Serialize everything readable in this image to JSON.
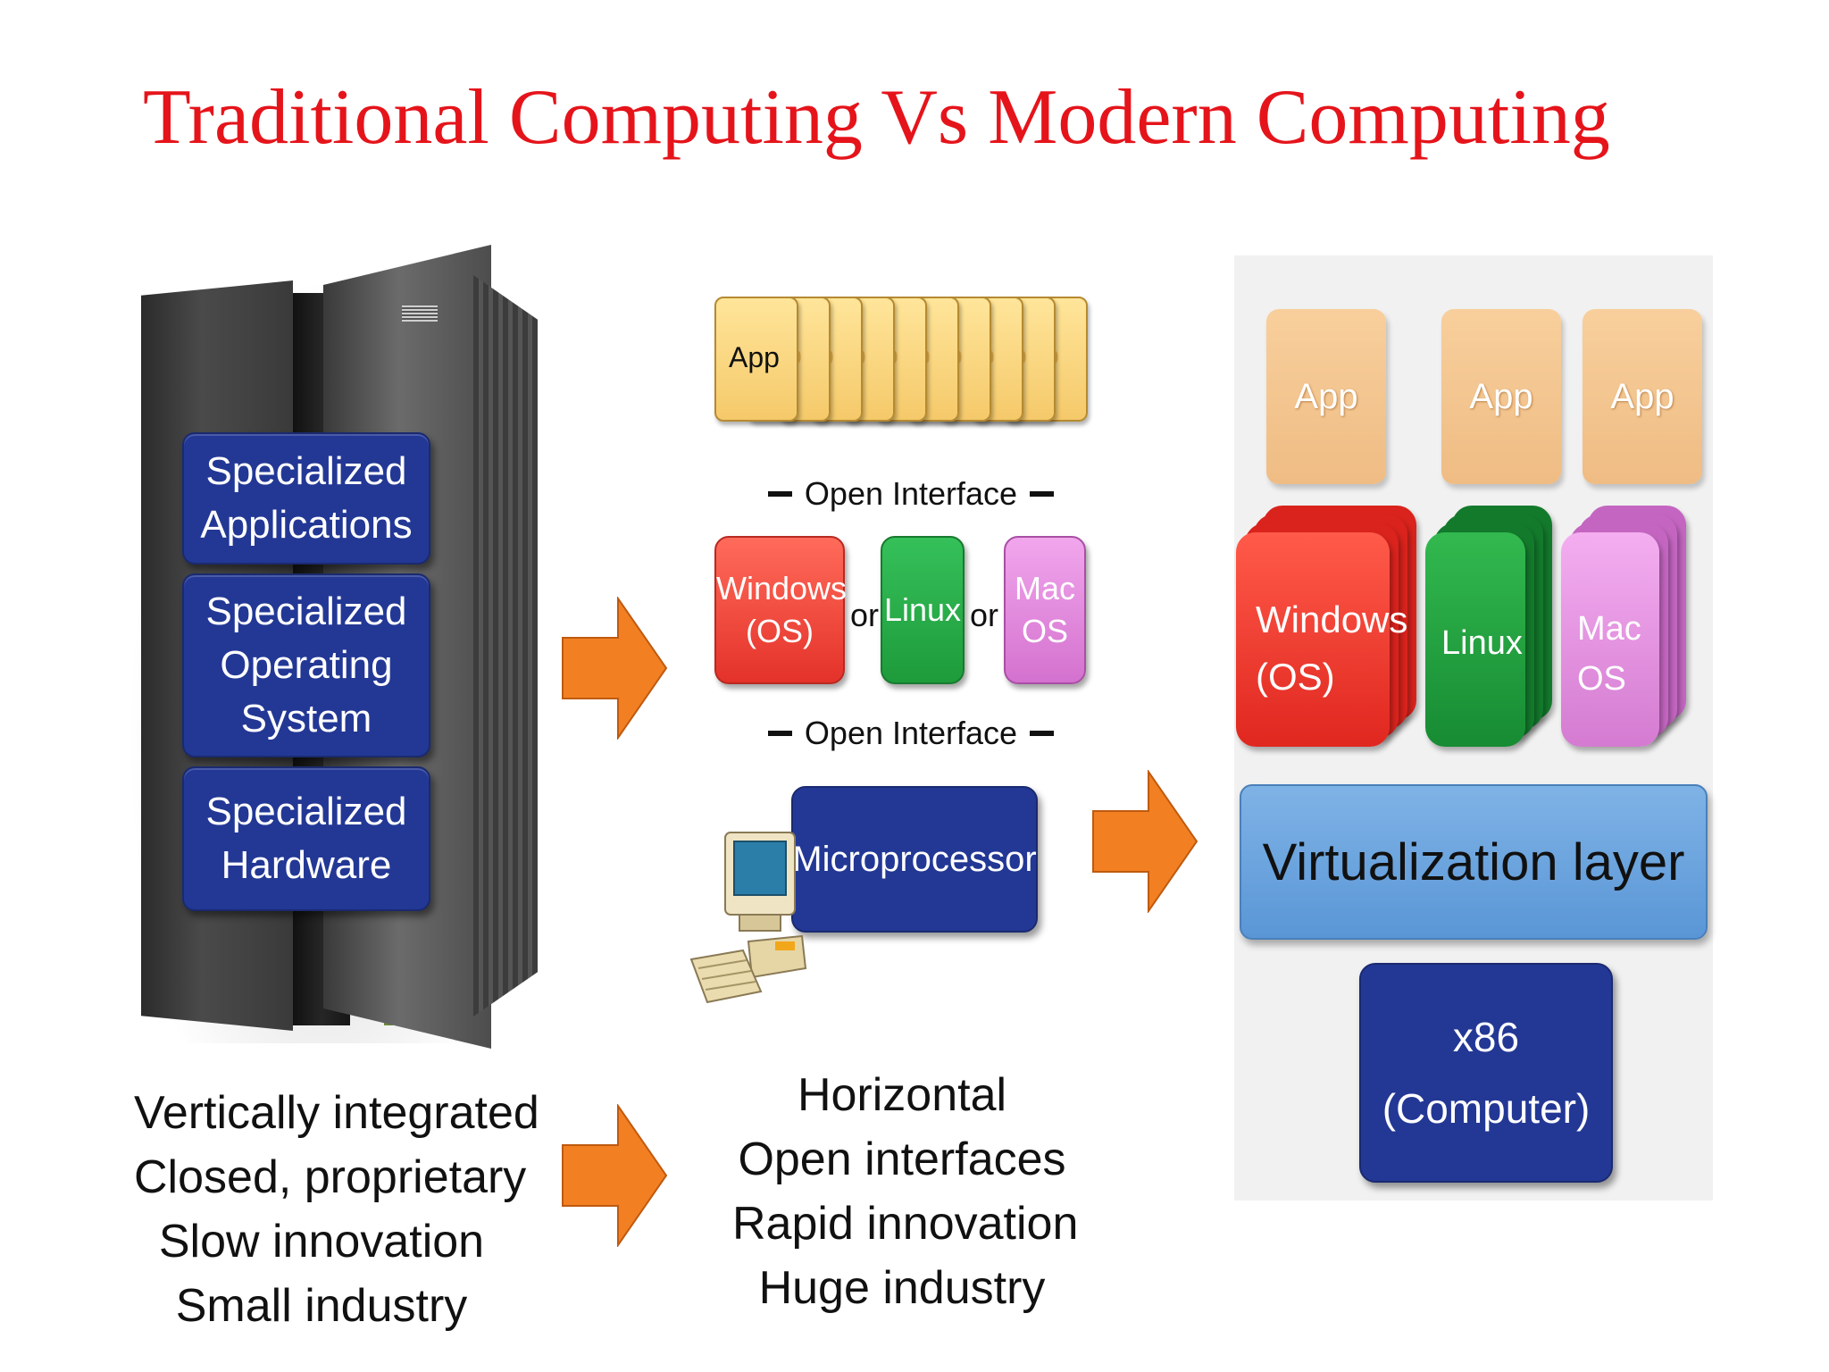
{
  "title": "Traditional Computing Vs Modern Computing",
  "traditional": {
    "layers": [
      {
        "lines": [
          "Specialized",
          "Applications"
        ]
      },
      {
        "lines": [
          "Specialized",
          "Operating",
          "System"
        ]
      },
      {
        "lines": [
          "Specialized",
          "Hardware"
        ]
      }
    ],
    "traits": [
      "Vertically integrated",
      "Closed, proprietary",
      "Slow innovation",
      "Small industry"
    ]
  },
  "horizontal": {
    "app_label": "App",
    "interface_label": "Open Interface",
    "os": [
      {
        "lines": [
          "Windows",
          "(OS)"
        ],
        "color": "#e4322a"
      },
      {
        "lines": [
          "Linux"
        ],
        "color": "#1e9b3b"
      },
      {
        "lines": [
          "Mac",
          "OS"
        ],
        "color": "#d472cf"
      }
    ],
    "or_label": "or",
    "hardware_label": "Microprocessor",
    "traits": [
      "Horizontal",
      "Open interfaces",
      "Rapid innovation",
      "Huge industry"
    ]
  },
  "virtualized": {
    "apps": [
      "App",
      "App",
      "App"
    ],
    "os": [
      {
        "lines": [
          "Windows",
          "(OS)"
        ],
        "color": "#e0271f"
      },
      {
        "lines": [
          "Linux"
        ],
        "color": "#178b33"
      },
      {
        "lines": [
          "Mac",
          "OS"
        ],
        "color": "#d47bd1"
      }
    ],
    "layer_label": "Virtualization layer",
    "hardware_lines": [
      "x86",
      "(Computer)"
    ]
  },
  "colors": {
    "title": "#e5141b",
    "layer_blue": "#233895",
    "arrow_orange": "#f28022",
    "virtualization_blue": "#5a96d6",
    "app_yellow": "#f5c96a",
    "app_peach": "#efbc84"
  }
}
